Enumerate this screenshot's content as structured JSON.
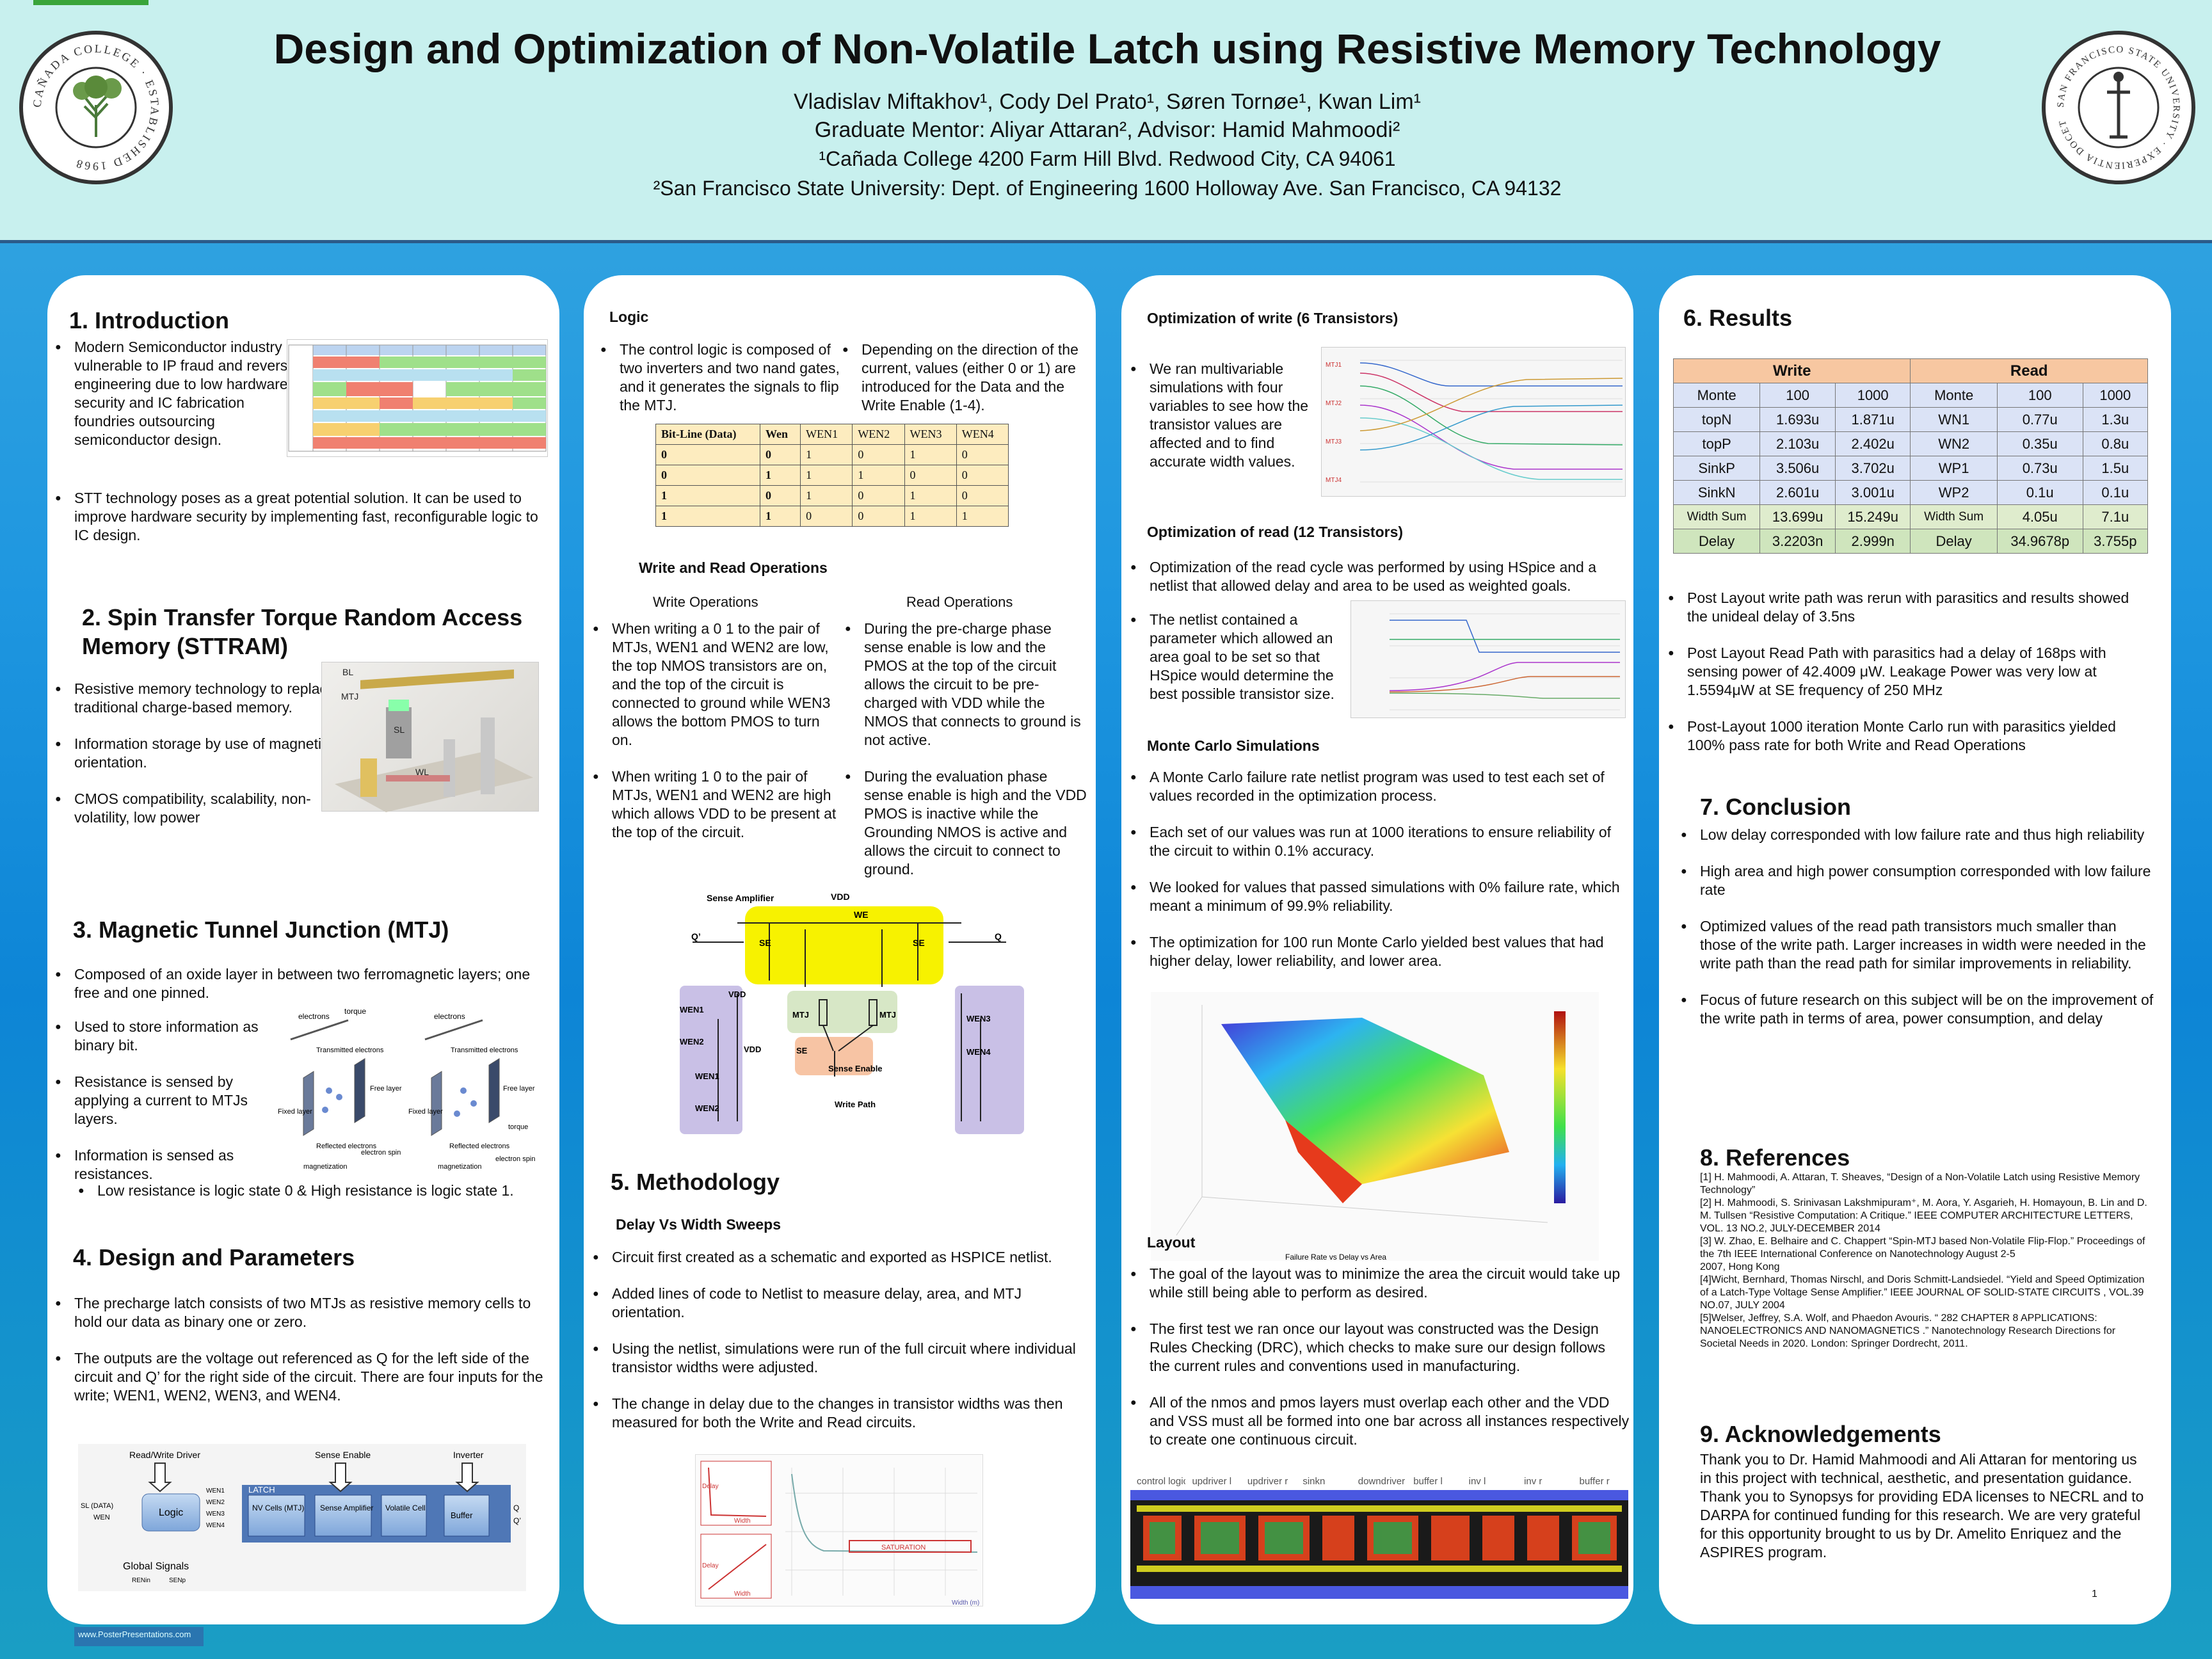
{
  "header": {
    "title": "Design and Optimization of Non-Volatile Latch using Resistive Memory Technology",
    "authors": "Vladislav Miftakhov¹, Cody Del Prato¹, Søren Tornøe¹, Kwan Lim¹",
    "mentors": "Graduate Mentor: Aliyar Attaran², Advisor: Hamid Mahmoodi²",
    "affil1": "¹Cañada College 4200 Farm Hill Blvd. Redwood City, CA 94061",
    "affil2": "²San Francisco State University: Dept. of Engineering 1600 Holloway Ave. San Francisco, CA 94132",
    "left_seal": "CAÑADA COLLEGE · ESTABLISHED 1968",
    "right_seal": "SAN FRANCISCO STATE UNIVERSITY · EXPERIENTIA DOCET"
  },
  "intro": {
    "title": "1. Introduction",
    "b1": "Modern Semiconductor industry is vulnerable to IP fraud and reverse engineering due to low hardware security and IC fabrication foundries outsourcing semiconductor design.",
    "b2": "STT technology poses as a great potential solution. It can be used to improve hardware security by implementing fast, reconfigurable logic to IC design."
  },
  "sttram": {
    "title": "2. Spin Transfer Torque Random Access Memory (STTRAM)",
    "b1": "Resistive memory technology to replace traditional charge-based memory.",
    "b2": "Information storage by use of magnetic orientation.",
    "b3": "CMOS compatibility, scalability, non-volatility, low power",
    "labels": {
      "bl": "BL",
      "mtj": "MTJ",
      "sl": "SL",
      "wl": "WL"
    }
  },
  "mtj": {
    "title": "3. Magnetic Tunnel Junction (MTJ)",
    "b1": "Composed of an oxide layer in between two ferromagnetic layers; one free and one pinned.",
    "b2": "Used to store information as binary bit.",
    "b3": "Resistance is sensed by applying a current to MTJs layers.",
    "b4": "Information is sensed as resistances.",
    "b5": "Low resistance is logic state 0 & High resistance is logic state 1.",
    "fig_labels": {
      "electrons": "electrons",
      "torque": "torque",
      "transmitted": "Transmitted electrons",
      "fixed": "Fixed layer",
      "free": "Free layer",
      "reflected": "Reflected electrons",
      "spin": "electron spin",
      "magnetization": "magnetization"
    }
  },
  "design": {
    "title": "4. Design and Parameters",
    "b1": "The precharge latch consists of two MTJs as resistive memory cells to hold our data as binary one or zero.",
    "b2": "The outputs are the voltage out referenced as Q for the left side of the circuit and Q’ for the right side of the circuit. There are four inputs for the write; WEN1, WEN2, WEN3, and WEN4.",
    "block": {
      "rw": "Read/Write Driver",
      "se": "Sense Enable",
      "inv": "Inverter",
      "logic": "Logic",
      "latch": "LATCH",
      "nv": "NV Cells (MTJ)",
      "sa": "Sense Amplifier",
      "vc": "Volatile Cell",
      "buf": "Buffer",
      "gs": "Global Signals",
      "sl": "SL (DATA)",
      "wen": "WEN",
      "q": "Q",
      "qp": "Q’",
      "w1": "WEN1",
      "w2": "WEN2",
      "w3": "WEN3",
      "w4": "WEN4",
      "renin": "RENin",
      "seinp": "SENp"
    }
  },
  "logic": {
    "title": "Logic",
    "b1": "The control logic is composed of two inverters and two nand gates, and it generates the signals to flip the MTJ.",
    "b2": "Depending on the direction of the current, values (either 0 or 1) are introduced for the Data and the Write Enable (1-4).",
    "table_head": [
      "Bit-Line (Data)",
      "Wen",
      "WEN1",
      "WEN2",
      "WEN3",
      "WEN4"
    ],
    "table_rows": [
      [
        "0",
        "0",
        "1",
        "0",
        "1",
        "0"
      ],
      [
        "0",
        "1",
        "1",
        "1",
        "0",
        "0"
      ],
      [
        "1",
        "0",
        "1",
        "0",
        "1",
        "0"
      ],
      [
        "1",
        "1",
        "0",
        "0",
        "1",
        "1"
      ]
    ]
  },
  "wr": {
    "title": "Write and Read Operations",
    "wtitle": "Write Operations",
    "rtitle": "Read Operations",
    "w1": "When writing a 0 1 to the pair of MTJs, WEN1 and WEN2 are low, the top NMOS transistors are on, and the top of the circuit is connected to ground while WEN3 allows the bottom PMOS to turn on.",
    "w2": "When writing 1 0 to the pair of MTJs, WEN1 and WEN2 are high which allows VDD to be present at the top of the circuit.",
    "r1": "During the pre-charge phase sense enable is low and the PMOS at the top of the circuit allows the circuit to be pre-charged with VDD while the NMOS that connects to ground is not active.",
    "r2": "During the evaluation phase sense enable is high and the VDD PMOS is inactive while the Grounding NMOS is active and allows the circuit to connect to ground.",
    "circuit": {
      "sa": "Sense Amplifier",
      "vdd": "VDD",
      "we": "WE",
      "se": "SE",
      "q": "Q",
      "qp": "Q’",
      "mtj": "MTJ",
      "sen": "Sense Enable",
      "wp": "Write Path",
      "w1": "WEN1",
      "w2": "WEN2",
      "w3": "WEN3",
      "w4": "WEN4"
    }
  },
  "method": {
    "title": "5. Methodology",
    "sub": "Delay Vs Width Sweeps",
    "b1": "Circuit first created as a schematic and exported as HSPICE netlist.",
    "b2": "Added lines of code to Netlist to measure delay, area, and MTJ orientation.",
    "b3": "Using the netlist, simulations were run of the full circuit where individual transistor widths were adjusted.",
    "b4": "The change in delay due to the changes in transistor widths was then measured for both the Write and Read circuits.",
    "fig": {
      "sat": "SATURATION",
      "delay": "Delay",
      "width": "Width",
      "delay2": "Delay",
      "width2": "Width",
      "axis": "Width (m)"
    }
  },
  "opt": {
    "wtitle": "Optimization of write (6 Transistors)",
    "w1": "We ran multivariable simulations with four variables to see how the transistor values are affected and to find accurate width values.",
    "rtitle": "Optimization of read (12 Transistors)",
    "r1": "Optimization of the read cycle was performed by using HSpice and a netlist that allowed delay and area to be used as weighted goals.",
    "r2": "The netlist contained a parameter which allowed an area goal to be set so that HSpice would determine the best possible transistor size.",
    "mctitle": "Monte Carlo Simulations",
    "mc1": "A Monte Carlo failure rate netlist program was used to test each set of values recorded in the optimization process.",
    "mc2": "Each set of our values was run at 1000 iterations to ensure reliability of the circuit to within 0.1% accuracy.",
    "mc3": "We looked for values that passed simulations with 0% failure rate, which meant a minimum of 99.9% reliability.",
    "mc4": "The optimization for 100 run Monte Carlo yielded best values that had higher delay, lower reliability, and lower area.",
    "fig3": "Failure Rate vs Delay vs Area",
    "ltitle": "Layout",
    "l1": "The goal of the layout was to minimize the area the circuit would take up while still being able to perform as desired.",
    "l2": "The first test we ran once our layout was constructed was the Design Rules Checking (DRC), which checks to make sure our design follows the current rules and conventions used in manufacturing.",
    "l3": "All of the nmos and pmos layers must overlap each other and the VDD and VSS must all be formed into one bar across all instances respectively to create one continuous circuit.",
    "layout_labels": [
      "control logic",
      "updriver l",
      "updriver r",
      "sinkn",
      "downdriver",
      "buffer l",
      "inv l",
      "inv r",
      "buffer r"
    ]
  },
  "results": {
    "title": "6. Results",
    "write": "Write",
    "read": "Read",
    "head": [
      "Monte",
      "100",
      "1000",
      "Monte",
      "100",
      "1000"
    ],
    "rows": [
      [
        "topN",
        "1.693u",
        "1.871u",
        "WN1",
        "0.77u",
        "1.3u"
      ],
      [
        "topP",
        "2.103u",
        "2.402u",
        "WN2",
        "0.35u",
        "0.8u"
      ],
      [
        "SinkP",
        "3.506u",
        "3.702u",
        "WP1",
        "0.73u",
        "1.5u"
      ],
      [
        "SinkN",
        "2.601u",
        "3.001u",
        "WP2",
        "0.1u",
        "0.1u"
      ],
      [
        "Width Sum",
        "13.699u",
        "15.249u",
        "Width Sum",
        "4.05u",
        "7.1u"
      ],
      [
        "Delay",
        "3.2203n",
        "2.999n",
        "Delay",
        "34.9678p",
        "3.755p"
      ]
    ],
    "b1": "Post Layout write path was rerun with parasitics and results showed the unideal delay of 3.5ns",
    "b2": "Post Layout Read Path with parasitics had a delay of 168ps with sensing power of 42.4009 μW. Leakage Power was very low at 1.5594μW at SE frequency of 250 MHz",
    "b3": "Post-Layout 1000 iteration Monte Carlo run with parasitics yielded 100% pass rate for both Write and Read Operations"
  },
  "conclusion": {
    "title": "7. Conclusion",
    "b1": "Low delay corresponded with low failure rate and thus high reliability",
    "b2": "High area and high power consumption corresponded with low failure rate",
    "b3": "Optimized values of the read path transistors much smaller than those of the write path. Larger increases in width were needed in the write path than the read path for similar improvements in reliability.",
    "b4": "Focus of future research on this subject will be on the improvement of the write path in terms of area, power consumption, and delay"
  },
  "references": {
    "title": "8. References",
    "items": [
      "[1] H. Mahmoodi, A. Attaran, T. Sheaves, “Design of a Non-Volatile Latch using Resistive Memory Technology”",
      "[2] H. Mahmoodi, S. Srinivasan Lakshmipuram⁺, M. Aora, Y. Asgarieh, H. Homayoun, B. Lin and D. M. Tullsen “Resistive Computation: A Critique.” IEEE COMPUTER ARCHITECTURE LETTERS, VOL. 13 NO.2, JULY-DECEMBER 2014",
      "[3] W. Zhao, E. Belhaire and C. Chappert “Spin-MTJ based Non-Volatile Flip-Flop.” Proceedings of the 7th IEEE International Conference on Nanotechnology August 2-5",
      "2007, Hong Kong",
      "[4]Wicht, Bernhard, Thomas Nirschl, and Doris Schmitt-Landsiedel. “Yield and Speed Optimization of a Latch-Type Voltage Sense Amplifier.” IEEE JOURNAL OF SOLID-STATE CIRCUITS , VOL.39 NO.07, JULY 2004",
      "[5]Welser, Jeffrey, S.A. Wolf, and Phaedon Avouris. “ 282 CHAPTER 8 APPLICATIONS: NANOELECTRONICS AND NANOMAGNETICS .” Nanotechnology Research Directions for Societal Needs in 2020. London: Springer Dordrecht, 2011."
    ]
  },
  "ack": {
    "title": "9. Acknowledgements",
    "text": "Thank you to Dr. Hamid Mahmoodi and Ali Attaran for mentoring us in this project with technical, aesthetic, and presentation guidance. Thank you to Synopsys for providing EDA licenses to NECRL and to DARPA for continued funding for this research. We are very grateful for this opportunity brought to us by Dr. Amelito Enriquez and the ASPIRES program."
  },
  "footer": {
    "site": "www.PosterPresentations.com",
    "page": "1"
  }
}
